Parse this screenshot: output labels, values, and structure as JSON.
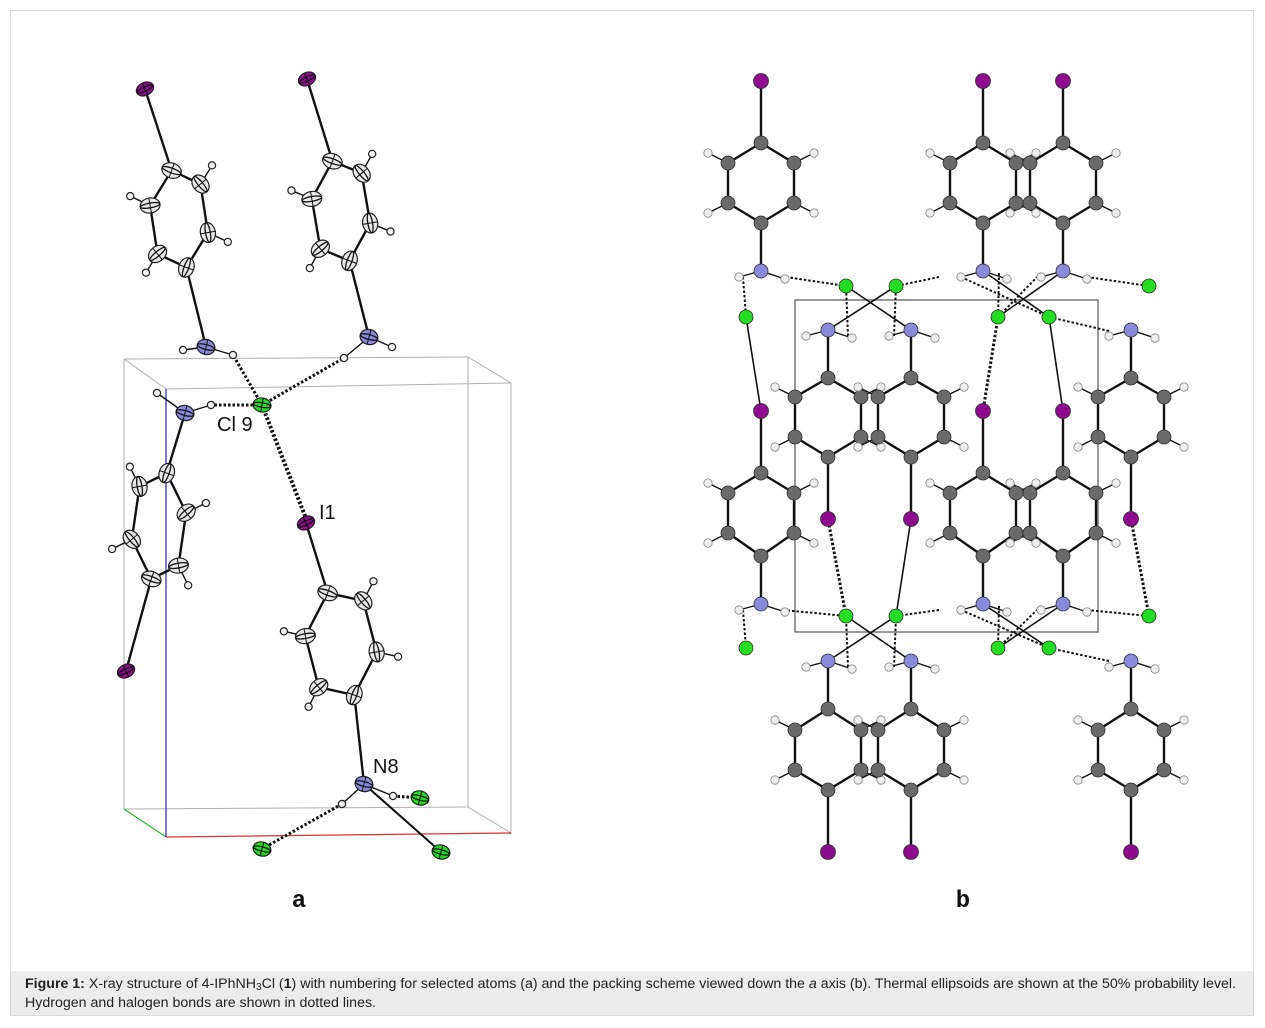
{
  "panels": {
    "a": {
      "panel_label": "a",
      "atom_labels": {
        "cl9": "Cl 9",
        "i1": "I1",
        "n8": "N8"
      }
    },
    "b": {
      "panel_label": "b"
    }
  },
  "caption": {
    "label": "Figure 1:",
    "t1": " X-ray structure of 4-IPhNH",
    "sub1": "3",
    "t2": "Cl (",
    "compound": "1",
    "t3": ") with numbering for selected atoms (a) and the packing scheme viewed down the ",
    "axis": "a",
    "t4": " axis (b). Thermal ellipsoids are shown at the 50% probability level. Hydrogen and halogen bonds are shown in dotted lines."
  },
  "colors": {
    "iodine": "#8e0a8e",
    "chlorine": "#22dd22",
    "nitrogen": "#8a8adc",
    "carbon_ellipsoid": "#e8e8e8",
    "carbon_ball": "#6a6a6a",
    "hydrogen": "#f2f2f2",
    "bond": "#111111",
    "cell_edge": "#b0b0b0",
    "axis_a": "#e03030",
    "axis_b": "#30c030",
    "axis_c": "#3030e0",
    "caption_bg": "#ececec"
  }
}
